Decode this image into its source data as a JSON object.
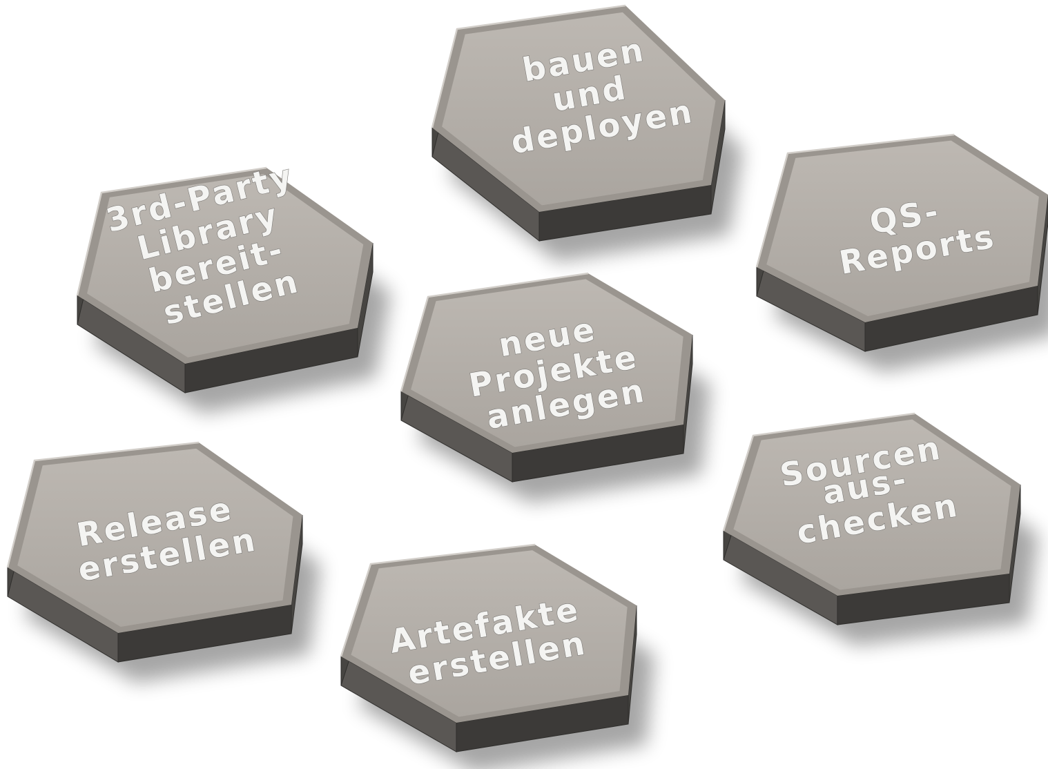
{
  "tiles": [
    {
      "id": "bauen-und-deployen",
      "lines": [
        "bauen",
        "und",
        "deployen"
      ]
    },
    {
      "id": "3rd-party-library-bereitstellen",
      "lines": [
        "3rd-Party",
        "Library",
        "bereit-",
        "stellen"
      ]
    },
    {
      "id": "qs-reports",
      "lines": [
        "QS-",
        "Reports"
      ]
    },
    {
      "id": "neue-projekte-anlegen",
      "lines": [
        "neue",
        "Projekte",
        "anlegen"
      ]
    },
    {
      "id": "release-erstellen",
      "lines": [
        "Release",
        "erstellen"
      ]
    },
    {
      "id": "sourcen-auschecken",
      "lines": [
        "Sourcen",
        "",
        "aus-",
        "checken"
      ]
    },
    {
      "id": "artefakte-erstellen",
      "lines": [
        "Artefakte",
        "erstellen"
      ]
    }
  ],
  "colors": {
    "tile_face": "#b1aca6",
    "tile_face_light": "#bcb7b1",
    "tile_bevel": "#9a958f",
    "tile_side": "#4a4845",
    "tile_side_dark": "#2f2e2c",
    "label_fill": "#f4f4f2",
    "label_outline": "#7a7875",
    "shadow": "#000000"
  }
}
